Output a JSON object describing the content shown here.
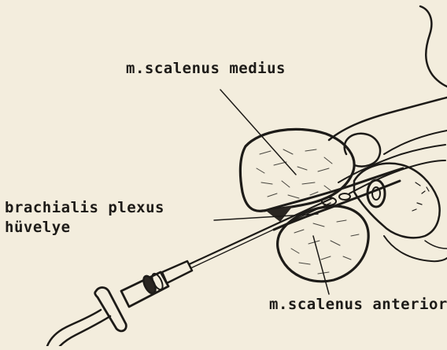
{
  "labels": {
    "scalenus_medius": "m.scalenus medius",
    "brachialis_plexus_line1": "brachialis plexus",
    "brachialis_plexus_line2": "hüvelye",
    "scalenus_anterior": "m.scalenus anterior"
  },
  "colors": {
    "paper": "#f3eddd",
    "ink": "#1d1b18"
  }
}
